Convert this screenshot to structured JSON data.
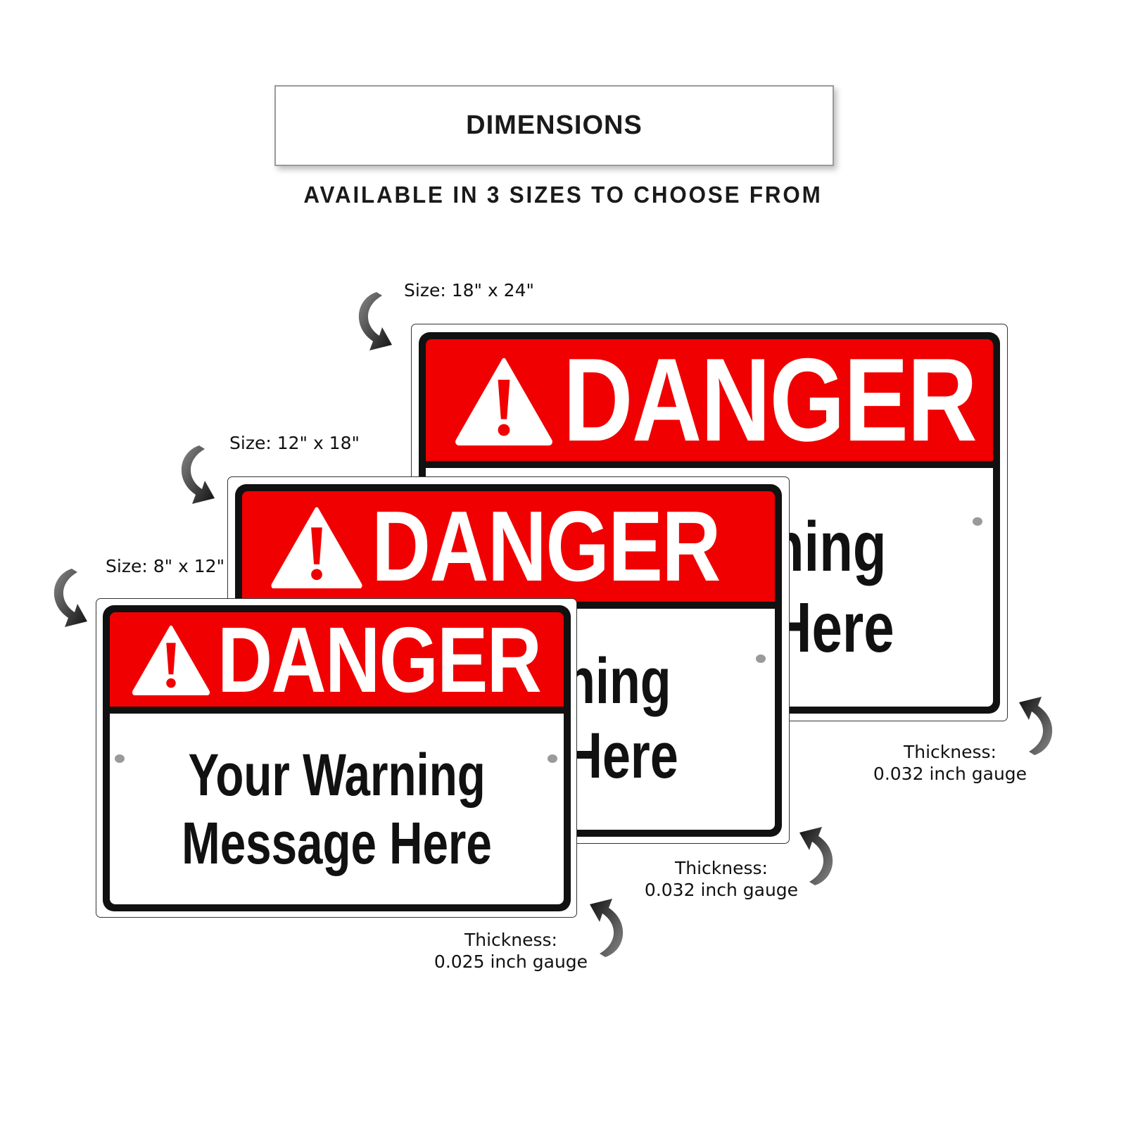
{
  "header": {
    "title": "DIMENSIONS",
    "subtitle": "AVAILABLE IN 3 SIZES TO CHOOSE FROM"
  },
  "signs": [
    {
      "size_label": "Size: 18\" x 24\"",
      "thickness_label": "Thickness:",
      "gauge_label": "0.032 inch gauge",
      "danger": "DANGER",
      "message_line1": "Your Warning",
      "message_line2": "Message Here"
    },
    {
      "size_label": "Size: 12\" x 18\"",
      "thickness_label": "Thickness:",
      "gauge_label": "0.032 inch gauge",
      "danger": "DANGER",
      "message_line1": "Your Warning",
      "message_line2": "Message Here"
    },
    {
      "size_label": "Size: 8\" x 12\"",
      "thickness_label": "Thickness:",
      "gauge_label": "0.025 inch gauge",
      "danger": "DANGER",
      "message_line1": "Your Warning",
      "message_line2": "Message Here"
    }
  ],
  "colors": {
    "red": "#f00000",
    "frame": "#111111"
  }
}
